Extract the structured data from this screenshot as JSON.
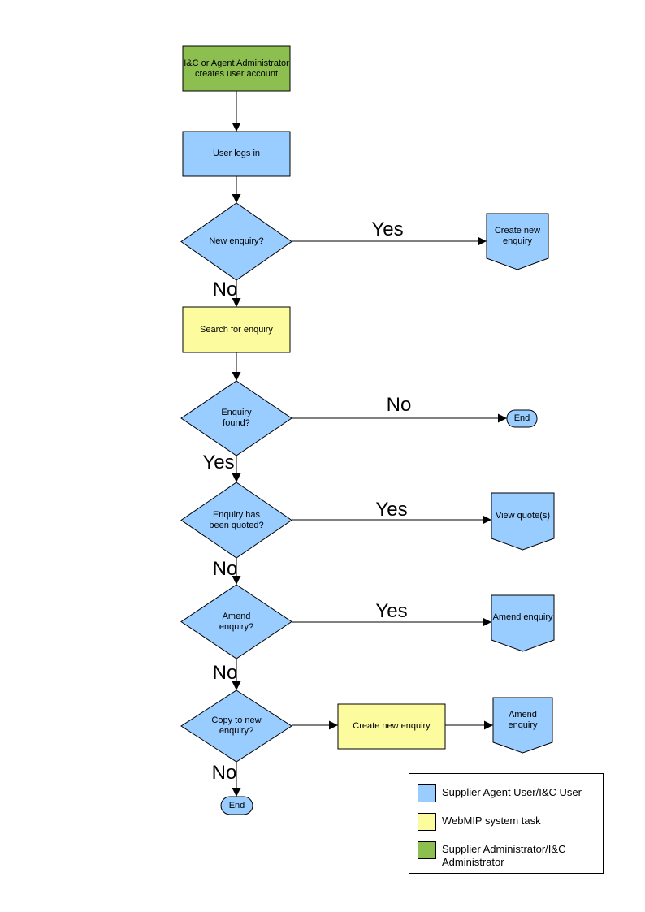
{
  "colors": {
    "user_task_fill": "#99CCFF",
    "system_task_fill": "#FCFC9E",
    "admin_task_fill": "#8CBE50",
    "shape_border": "#000000",
    "background": "#FFFFFF"
  },
  "nodes": {
    "create_account": {
      "label": "I&C or Agent Administrator\ncreates user account"
    },
    "user_logs_in": {
      "label": "User logs in"
    },
    "new_enquiry_decision": {
      "label": "New enquiry?"
    },
    "create_new_enquiry_offpage": {
      "label": "Create new\nenquiry"
    },
    "search_for_enquiry": {
      "label": "Search for enquiry"
    },
    "enquiry_found_decision": {
      "label": "Enquiry\nfound?"
    },
    "end_terminator_1": {
      "label": "End"
    },
    "enquiry_quoted_decision": {
      "label": "Enquiry has\nbeen quoted?"
    },
    "view_quotes_offpage": {
      "label": "View quote(s)"
    },
    "amend_enquiry_decision": {
      "label": "Amend\nenquiry?"
    },
    "amend_enquiry_offpage_1": {
      "label": "Amend enquiry"
    },
    "copy_to_new_decision": {
      "label": "Copy to new\nenquiry?"
    },
    "create_new_enquiry_task": {
      "label": "Create new enquiry"
    },
    "amend_enquiry_offpage_2": {
      "label": "Amend enquiry"
    },
    "end_terminator_2": {
      "label": "End"
    }
  },
  "edge_labels": {
    "new_enquiry_yes": "Yes",
    "new_enquiry_no": "No",
    "enquiry_found_no": "No",
    "enquiry_found_yes": "Yes",
    "enquiry_quoted_yes": "Yes",
    "enquiry_quoted_no": "No",
    "amend_enquiry_yes": "Yes",
    "amend_enquiry_no": "No",
    "copy_to_new_no": "No"
  },
  "legend": {
    "items": [
      {
        "color": "#99CCFF",
        "label": "Supplier Agent User/I&C User"
      },
      {
        "color": "#FCFC9E",
        "label": "WebMIP system task"
      },
      {
        "color": "#8CBE50",
        "label": "Supplier Administrator/I&C\nAdministrator"
      }
    ]
  }
}
